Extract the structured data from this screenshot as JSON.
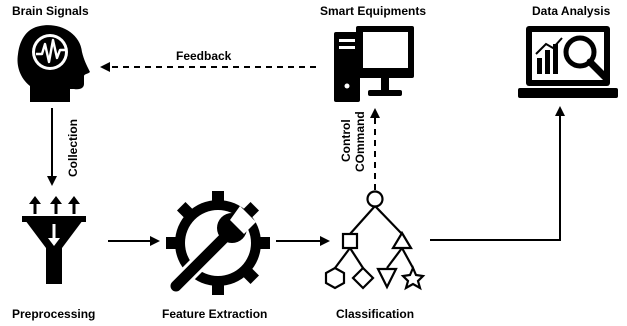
{
  "nodes": {
    "brain_signals": "Brain Signals",
    "smart_equipments": "Smart Equipments",
    "data_analysis": "Data Analysis",
    "preprocessing": "Preprocessing",
    "feature_extraction": "Feature Extraction",
    "classification": "Classification"
  },
  "edges": {
    "feedback": "Feedback",
    "collection": "Collection",
    "control": "Control",
    "command": "COmmand"
  },
  "icons": [
    "brain-head-icon",
    "computer-icon",
    "analytics-monitor-icon",
    "filter-funnel-icon",
    "wrench-gear-icon",
    "classification-tree-icon"
  ]
}
